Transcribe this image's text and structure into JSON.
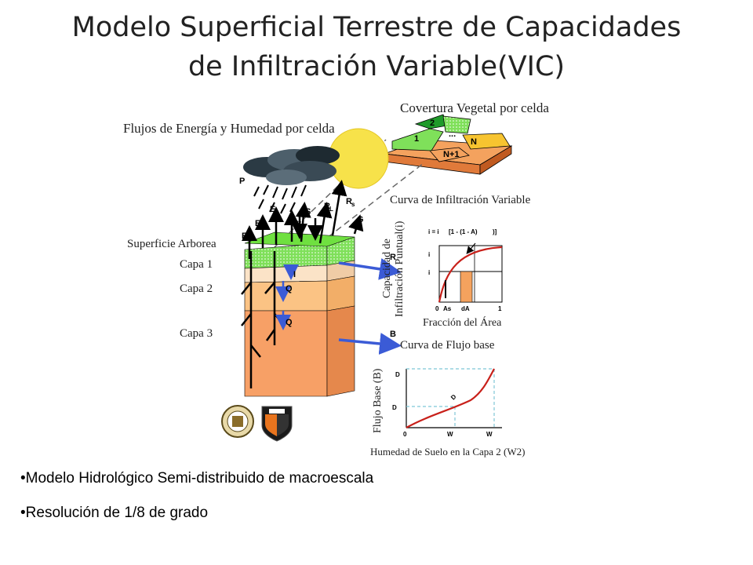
{
  "title_line1": "Modelo Superficial Terrestre de Capacidades",
  "title_line2": "de Infiltración Variable(VIC)",
  "captions": {
    "vegetation": "Covertura Vegetal por celda",
    "fluxes": "Flujos de Energía y Humedad por celda",
    "infiltration_curve": "Curva de Infiltración Variable",
    "canopy": "Superficie Arborea",
    "layer1": "Capa 1",
    "layer2": "Capa 2",
    "layer3": "Capa 3",
    "baseflow_curve": "Curva de Flujo base",
    "infil_ylabel_1": "Capacidad de",
    "infil_ylabel_2": "Infiltración Puntual(i)",
    "infil_xlabel": "Fracción del Área",
    "base_ylabel": "Flujo Base (B)",
    "base_xlabel": "Humedad de Suelo en la Capa 2 (W2)"
  },
  "tiles": {
    "t2": "2",
    "t1": "1",
    "tdots": "...",
    "tN": "N",
    "tN1": "N+1"
  },
  "fluxes": {
    "P": "P",
    "Ec": "E",
    "Et": "E",
    "Er": "E",
    "L": "L",
    "S": "S",
    "Rl": "R",
    "Rs": "R",
    "G": "G",
    "R": "R",
    "I": "I",
    "Q1": "Q",
    "Q2": "Q",
    "B": "B"
  },
  "infil": {
    "eq": "i = i",
    "eq2": "[1 - (1 - A)",
    "eq3": ")]",
    "im": "i",
    "i0": "i",
    "zero": "0",
    "one": "1",
    "As": "As",
    "dA": "dA"
  },
  "base": {
    "Dm": "D",
    "DsDm": "D",
    "zero": "0",
    "WsW2c": "W",
    "W2c": "W",
    "ratio": "D"
  },
  "bullets": [
    "Modelo Hidrológico Semi-distribuido de macroescala",
    "Resolución de 1/8 de grado"
  ]
}
